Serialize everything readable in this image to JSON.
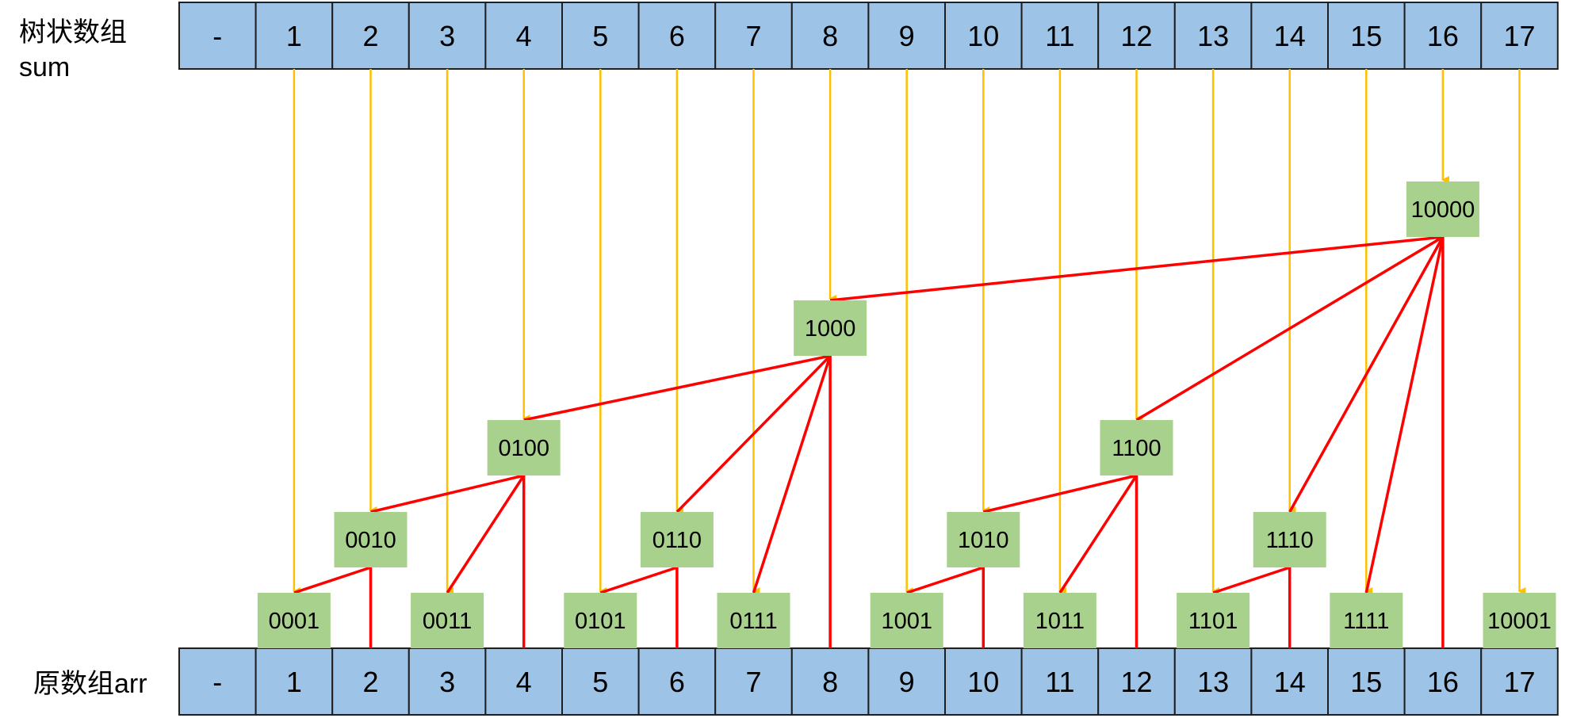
{
  "title": "",
  "top_row": {
    "label_line1": "树状数组",
    "label_line2": "sum",
    "cells": [
      "-",
      "1",
      "2",
      "3",
      "4",
      "5",
      "6",
      "7",
      "8",
      "9",
      "10",
      "11",
      "12",
      "13",
      "14",
      "15",
      "16",
      "17"
    ]
  },
  "bottom_row": {
    "label": "原数组arr",
    "cells": [
      "-",
      "1",
      "2",
      "3",
      "4",
      "5",
      "6",
      "7",
      "8",
      "9",
      "10",
      "11",
      "12",
      "13",
      "14",
      "15",
      "16",
      "17"
    ]
  },
  "nodes": [
    {
      "index": 1,
      "binary": "0001",
      "parent": 2
    },
    {
      "index": 2,
      "binary": "0010",
      "parent": 4
    },
    {
      "index": 3,
      "binary": "0011",
      "parent": 4
    },
    {
      "index": 4,
      "binary": "0100",
      "parent": 8
    },
    {
      "index": 5,
      "binary": "0101",
      "parent": 6
    },
    {
      "index": 6,
      "binary": "0110",
      "parent": 8
    },
    {
      "index": 7,
      "binary": "0111",
      "parent": 8
    },
    {
      "index": 8,
      "binary": "1000",
      "parent": 16
    },
    {
      "index": 9,
      "binary": "1001",
      "parent": 10
    },
    {
      "index": 10,
      "binary": "1010",
      "parent": 12
    },
    {
      "index": 11,
      "binary": "1011",
      "parent": 12
    },
    {
      "index": 12,
      "binary": "1100",
      "parent": 16
    },
    {
      "index": 13,
      "binary": "1101",
      "parent": 14
    },
    {
      "index": 14,
      "binary": "1110",
      "parent": 16
    },
    {
      "index": 15,
      "binary": "1111",
      "parent": 16
    },
    {
      "index": 16,
      "binary": "10000",
      "parent": null
    },
    {
      "index": 17,
      "binary": "10001",
      "parent": null
    }
  ],
  "colors": {
    "cell_fill": "#9dc3e6",
    "cell_border": "#1f1f1f",
    "node_fill": "#a9d18e",
    "tree_edge": "#ff0000",
    "index_arrow": "#ffc000",
    "text": "#000000"
  }
}
